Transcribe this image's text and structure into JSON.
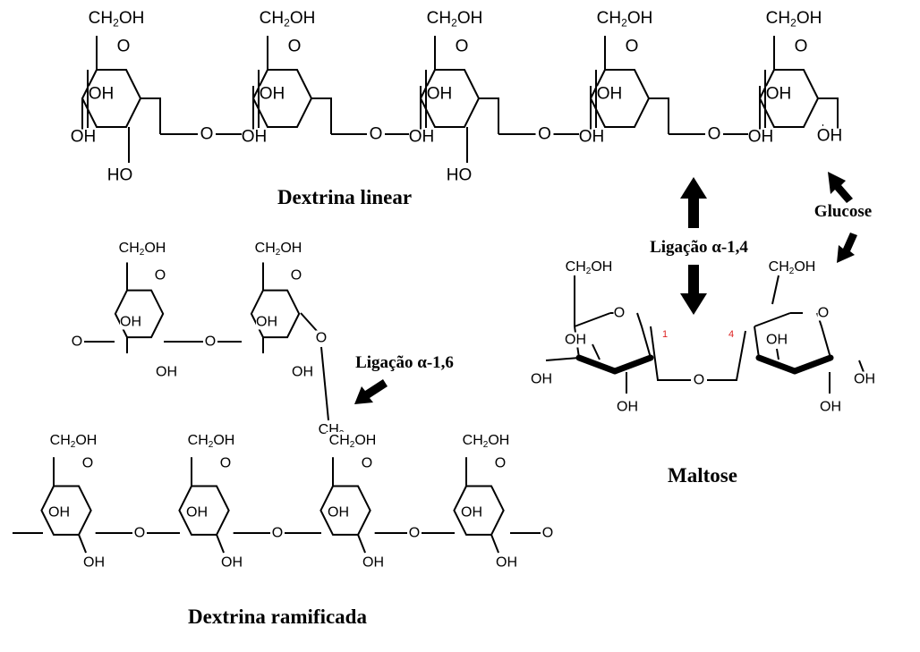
{
  "captions": {
    "linear": "Dextrina linear",
    "branched": "Dextrina ramificada",
    "maltose": "Maltose"
  },
  "labels": {
    "glucose": "Glucose",
    "alpha14": "Ligação α-1,4",
    "alpha16": "Ligação α-1,6"
  },
  "atoms": {
    "ch2oh_pre": "CH",
    "ch2oh_sub": "2",
    "ch2oh_post": "OH",
    "ch2_pre": "CH",
    "ch2_sub": "2",
    "oh": "OH",
    "ho": "HO",
    "o": "O"
  },
  "maltose_numbers": [
    "1",
    "4"
  ]
}
